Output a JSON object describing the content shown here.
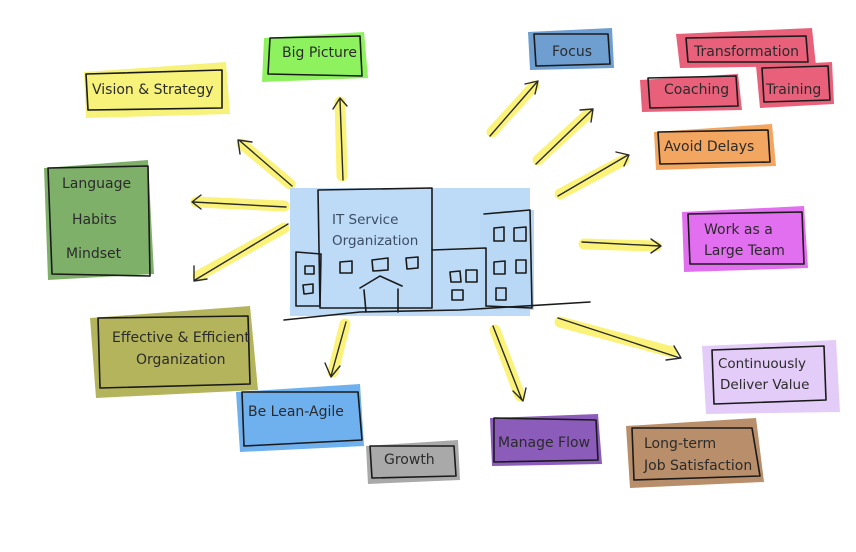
{
  "center": {
    "line1": "IT Service",
    "line2": "Organization",
    "fill": "#b9d8f6"
  },
  "nodes": {
    "big_picture": {
      "text": "Big Picture",
      "color": "#8ef25f"
    },
    "focus": {
      "text": "Focus",
      "color": "#6e9fd0"
    },
    "transformation": {
      "text": "Transformation",
      "color": "#e8607a"
    },
    "coaching": {
      "text": "Coaching",
      "color": "#e8607a"
    },
    "training": {
      "text": "Training",
      "color": "#e8607a"
    },
    "avoid_delays": {
      "text": "Avoid Delays",
      "color": "#f3a65f"
    },
    "vision_strategy": {
      "text": "Vision & Strategy",
      "color": "#f6f27a"
    },
    "language": {
      "text": "Language",
      "color": "#7fb06a"
    },
    "habits": {
      "text": "Habits",
      "color": "#7fb06a"
    },
    "mindset": {
      "text": "Mindset",
      "color": "#7fb06a"
    },
    "work_large_team_1": {
      "text": "Work as a",
      "color": "#e26ff0"
    },
    "work_large_team_2": {
      "text": "Large Team",
      "color": "#e26ff0"
    },
    "effective_1": {
      "text": "Effective & Efficient",
      "color": "#b4b45c"
    },
    "effective_2": {
      "text": "Organization",
      "color": "#b4b45c"
    },
    "continuously_1": {
      "text": "Continuously",
      "color": "#e3ccf7"
    },
    "continuously_2": {
      "text": "Deliver Value",
      "color": "#e3ccf7"
    },
    "lean_agile": {
      "text": "Be Lean-Agile",
      "color": "#6fb0ee"
    },
    "growth": {
      "text": "Growth",
      "color": "#a9a9a9"
    },
    "manage_flow": {
      "text": "Manage Flow",
      "color": "#8b5cba"
    },
    "long_term_1": {
      "text": "Long-term",
      "color": "#b88f6a"
    },
    "long_term_2": {
      "text": "Job Satisfaction",
      "color": "#b88f6a"
    }
  },
  "arrow_color": "#fbf26a"
}
